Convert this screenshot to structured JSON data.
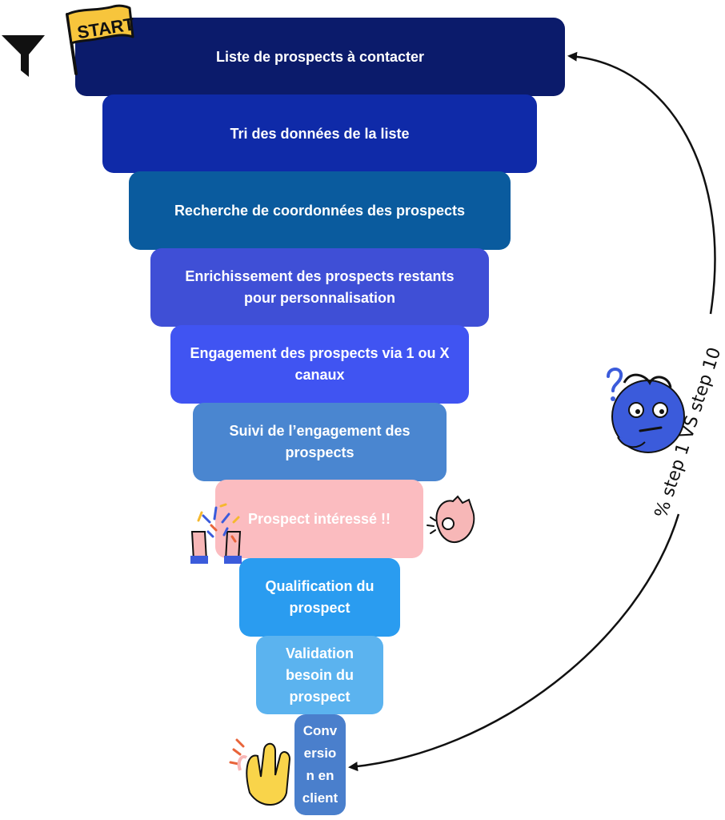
{
  "funnel": {
    "steps": [
      {
        "lines": [
          "Liste de prospects à contacter"
        ]
      },
      {
        "lines": [
          "Tri des données de la liste"
        ]
      },
      {
        "lines": [
          "Recherche de coordonnées des prospects"
        ]
      },
      {
        "lines": [
          "Enrichissement des prospects restants",
          "pour personnalisation"
        ]
      },
      {
        "lines": [
          "Engagement des prospects via 1 ou X",
          "canaux"
        ]
      },
      {
        "lines": [
          "Suivi de l’engagement des",
          "prospects"
        ]
      },
      {
        "lines": [
          "Prospect intéressé !!"
        ]
      },
      {
        "lines": [
          "Qualification du",
          "prospect"
        ]
      },
      {
        "lines": [
          "Validation",
          "besoin du",
          "prospect"
        ]
      },
      {
        "lines": [
          "Conv",
          "ersio",
          "n en",
          "client"
        ]
      }
    ]
  },
  "start_flag": {
    "label": "START"
  },
  "loop": {
    "label": "% step 1 VS step 10"
  },
  "icons": {
    "funnel": "funnel-icon",
    "flag": "start-flag-icon",
    "thinking": "thinking-face-icon",
    "ok_hand": "ok-hand-icon",
    "celebrate": "celebration-hands-icon",
    "wave": "waving-hand-icon"
  },
  "colors": {
    "step1": "#0b1b6b",
    "step2": "#0f2aa8",
    "step3": "#0a5b9e",
    "step4": "#3f4fd6",
    "step5": "#4054f2",
    "step6": "#4a86d0",
    "step7": "#fbbcc0",
    "step8": "#2a9cf0",
    "step9": "#5bb3ef",
    "step10": "#4a7fcc",
    "flag": "#f7c53c"
  }
}
